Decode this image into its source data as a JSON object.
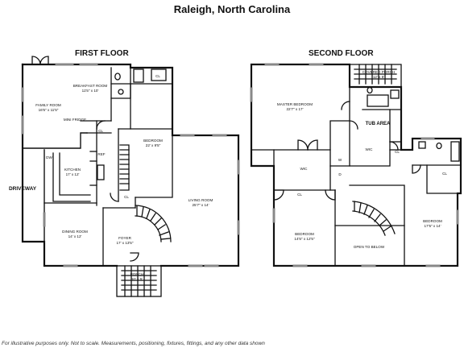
{
  "header": {
    "city": "Raleigh, North Carolina"
  },
  "first_floor": {
    "title": "FIRST FLOOR",
    "rooms": {
      "breakfast": {
        "name": "BREAKFAST ROOM",
        "dims": "11'5\" x 10'"
      },
      "family": {
        "name": "FAMILY ROOM",
        "dims": "16'5\" x 11'5\""
      },
      "bedroom": {
        "name": "BEDROOM",
        "dims": "22' x 9'5\""
      },
      "kitchen": {
        "name": "KITCHEN",
        "dims": "17' x 12'"
      },
      "living": {
        "name": "LIVING ROOM",
        "dims": "25'7\" x 14'"
      },
      "dining": {
        "name": "DINING ROOM",
        "dims": "14' x 12'"
      },
      "foyer": {
        "name": "FOYER",
        "dims": "17' x 13'5\""
      },
      "porch": {
        "name": "PORCH",
        "dims": "10' x 5'"
      }
    },
    "labels": {
      "cl1": "CL",
      "cl2": "CL",
      "cl3": "CL",
      "mini_fridge": "MINI FRIDGE",
      "ref": "REF",
      "dw": "DW"
    },
    "driveway": "DRIVEWAY"
  },
  "second_floor": {
    "title": "SECOND FLOOR",
    "rooms": {
      "covered_porch": {
        "name": "COVERED PORCH",
        "dims": "12' x 6'"
      },
      "master": {
        "name": "MASTER BEDROOM",
        "dims": "22'7\" x 17'"
      },
      "bed2": {
        "name": "BEDROOM",
        "dims": "14'5\" x 12'5\""
      },
      "bed3": {
        "name": "BEDROOM",
        "dims": "17'5\" x 14'"
      },
      "open": {
        "name": "OPEN TO BELOW"
      }
    },
    "labels": {
      "tub_area": "TUB AREA",
      "wic1": "WIC",
      "wic2": "WIC",
      "cl1": "CL",
      "cl2": "CL",
      "cl3": "CL",
      "w": "W",
      "d": "D"
    }
  },
  "footer": {
    "disclaimer": "For illustrative purposes only. Not to scale. Measurements, positioning, fixtures, fittings, and any other data shown"
  }
}
